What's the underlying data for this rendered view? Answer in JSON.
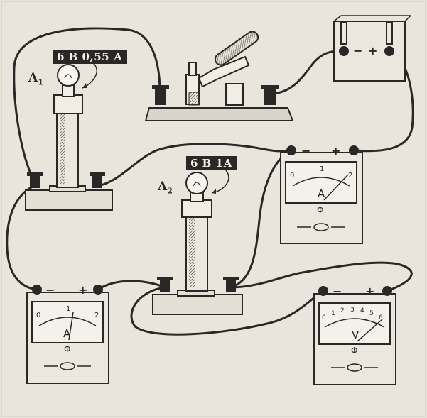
{
  "lamp1": {
    "letter": "Λ",
    "index": "1",
    "rating": "6 В  0,55 А"
  },
  "lamp2": {
    "letter": "Λ",
    "index": "2",
    "rating": "6 В  1А"
  },
  "battery": {
    "minus": "−",
    "plus": "+"
  },
  "ammeter_top": {
    "minus": "−",
    "plus": "+",
    "unit": "A",
    "scale": [
      "0",
      "1",
      "2"
    ]
  },
  "ammeter_bottom": {
    "minus": "−",
    "plus": "+",
    "unit": "A",
    "scale": [
      "0",
      "1",
      "2"
    ]
  },
  "voltmeter": {
    "minus": "−",
    "plus": "+",
    "unit": "V",
    "scale": [
      "0",
      "1",
      "2",
      "3",
      "4",
      "5",
      "6"
    ]
  },
  "colors": {
    "paper": "#e9e5dc",
    "ink": "#2a2826",
    "label_bg": "#2a2826"
  }
}
